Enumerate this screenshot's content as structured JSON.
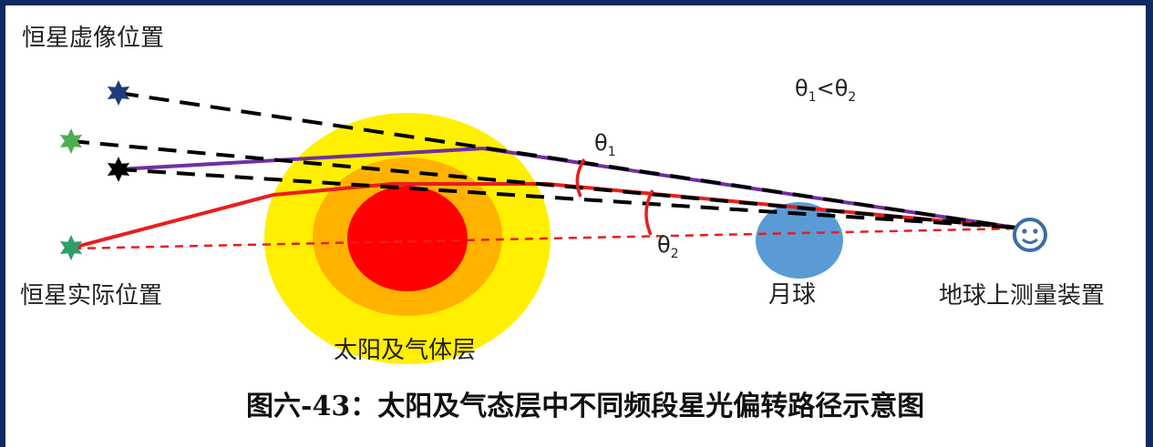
{
  "labels": {
    "virtual_position": "恒星虚像位置",
    "actual_position": "恒星实际位置",
    "sun": "太阳及气体层",
    "moon": "月球",
    "earth_device": "地球上测量装置",
    "theta1": "θ",
    "theta1_sub": "1",
    "theta2": "θ",
    "theta2_sub": "2",
    "relation_theta_a": "θ",
    "relation_sub_a": "1",
    "relation_lt": "<",
    "relation_theta_b": "θ",
    "relation_sub_b": "2"
  },
  "caption": "图六-43：太阳及气态层中不同频段星光偏转路径示意图",
  "colors": {
    "frame": "#0d2b5e",
    "sun_outer": "#ffef00",
    "sun_middle": "#ffb300",
    "sun_core": "#ff0000",
    "moon": "#5b9bd5",
    "purple_path": "#7030a0",
    "red_path": "#e81e1e",
    "dashed_line": "#000000",
    "star_blue": "#1f3c7a",
    "star_green": "#4caf50",
    "star_black": "#000000",
    "star_teal": "#2e9e6a"
  },
  "icons": [
    "star-icon",
    "smiley-face-icon"
  ]
}
